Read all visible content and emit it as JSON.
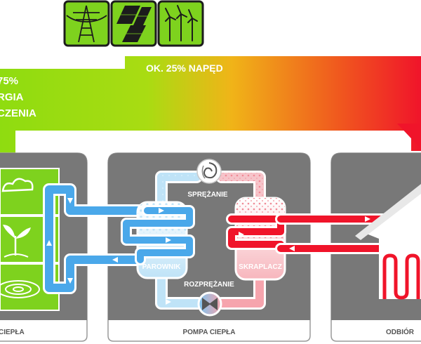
{
  "header": {
    "drive_text": "OK. 25% NAPĘD",
    "env_text_line1": "75%",
    "env_text_line2": "RGIA",
    "env_text_line3": "CZENIA"
  },
  "icons": [
    {
      "name": "power-pylon-icon"
    },
    {
      "name": "solar-panel-icon"
    },
    {
      "name": "wind-turbine-icon"
    }
  ],
  "pump": {
    "compress_label": "SPRĘŻANIE",
    "evaporator_label": "PAROWNIK",
    "condenser_label": "SKRAPLACZ",
    "expand_label": "ROZPRĘŻANIE"
  },
  "footer": {
    "source_label": "CIEPŁA",
    "pump_label": "POMPA CIEPŁA",
    "receiver_label": "ODBIÓR"
  },
  "colors": {
    "green": "#8fdc10",
    "red": "#f0142a",
    "blue": "#4aa8ea",
    "panel": "#787878",
    "icon_bg": "#7ed21e"
  }
}
